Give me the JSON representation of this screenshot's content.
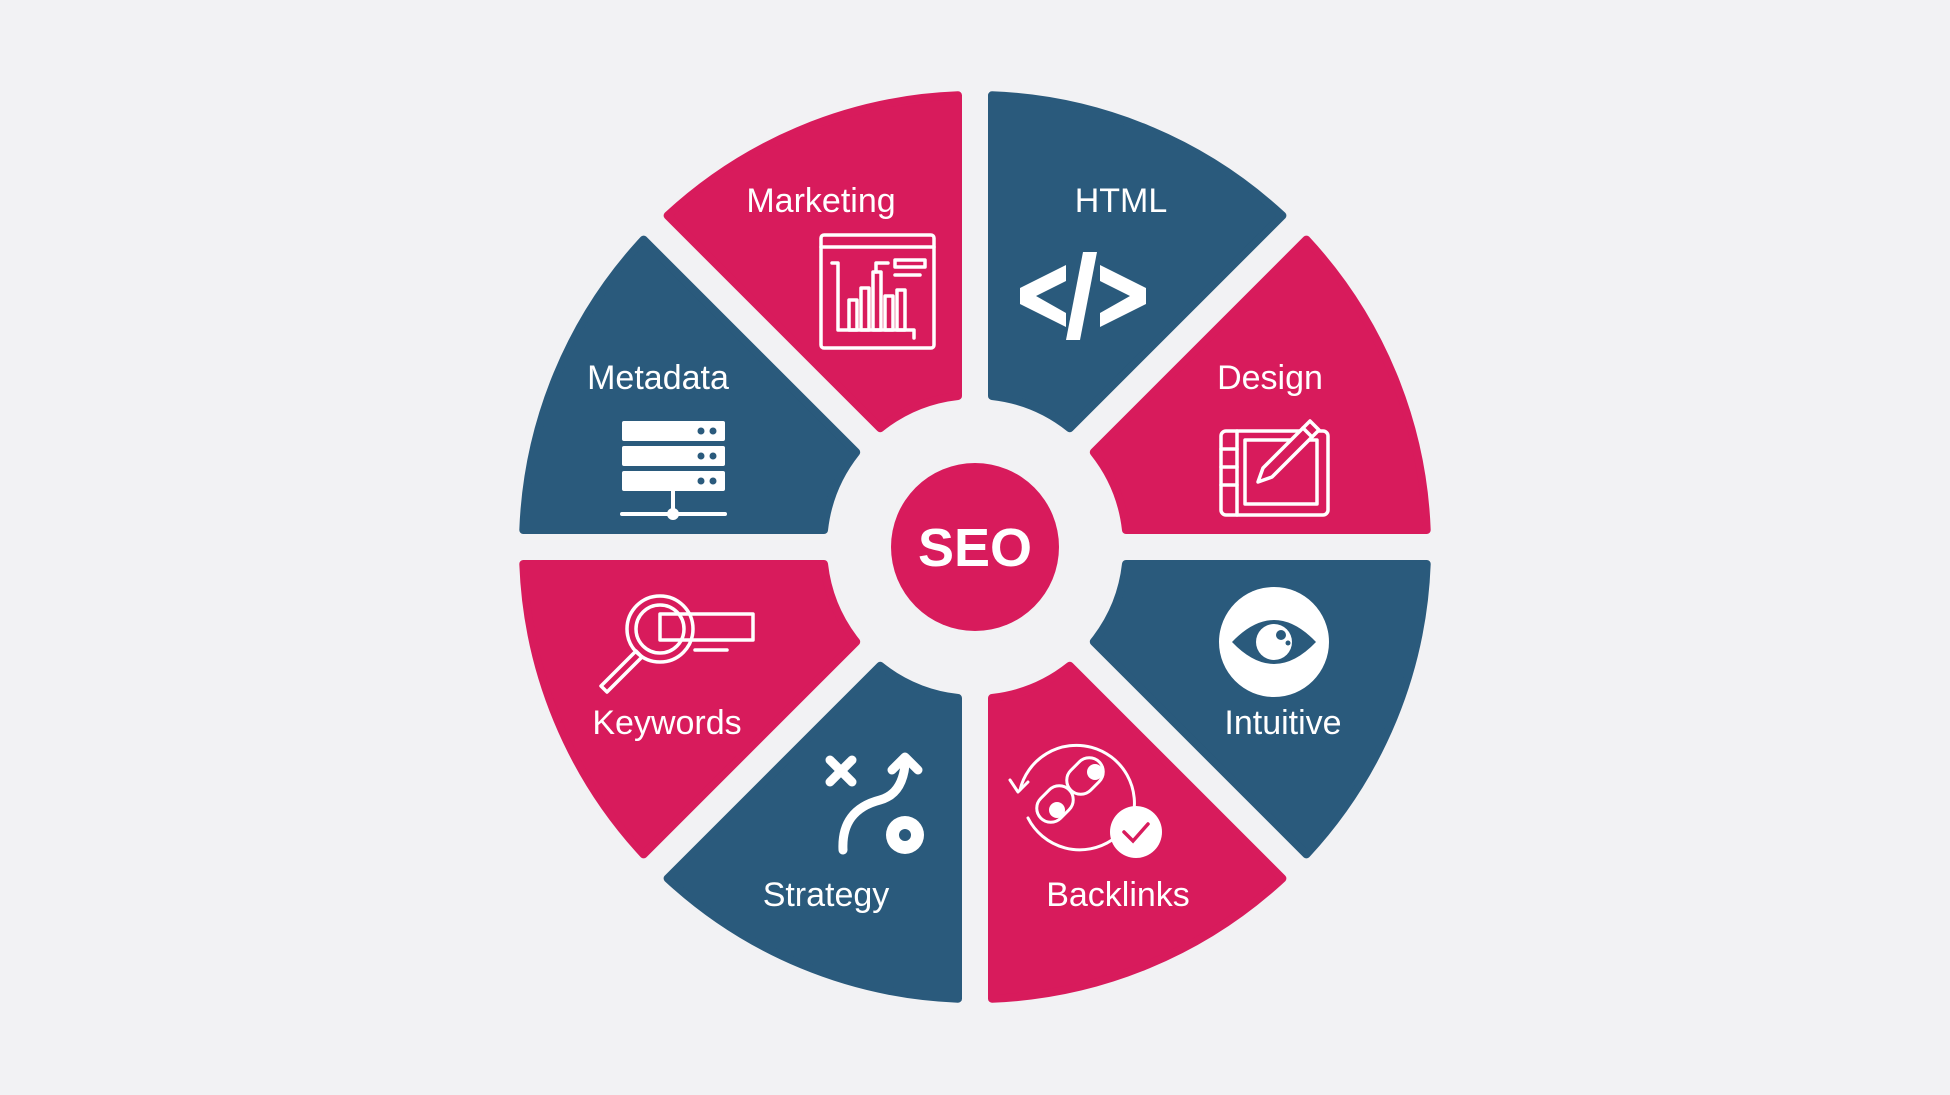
{
  "center": {
    "label": "SEO"
  },
  "colors": {
    "pink": "#D81B5C",
    "blue": "#2A5A7C",
    "background": "#F2F2F4"
  },
  "segments": [
    {
      "label": "HTML",
      "color": "blue",
      "icon": "code-icon"
    },
    {
      "label": "Design",
      "color": "pink",
      "icon": "drawing-tablet-icon"
    },
    {
      "label": "Intuitive",
      "color": "blue",
      "icon": "eye-icon"
    },
    {
      "label": "Backlinks",
      "color": "pink",
      "icon": "link-icon"
    },
    {
      "label": "Strategy",
      "color": "blue",
      "icon": "strategy-path-icon"
    },
    {
      "label": "Keywords",
      "color": "pink",
      "icon": "magnifier-search-icon"
    },
    {
      "label": "Metadata",
      "color": "blue",
      "icon": "server-icon"
    },
    {
      "label": "Marketing",
      "color": "pink",
      "icon": "chart-dashboard-icon"
    }
  ]
}
